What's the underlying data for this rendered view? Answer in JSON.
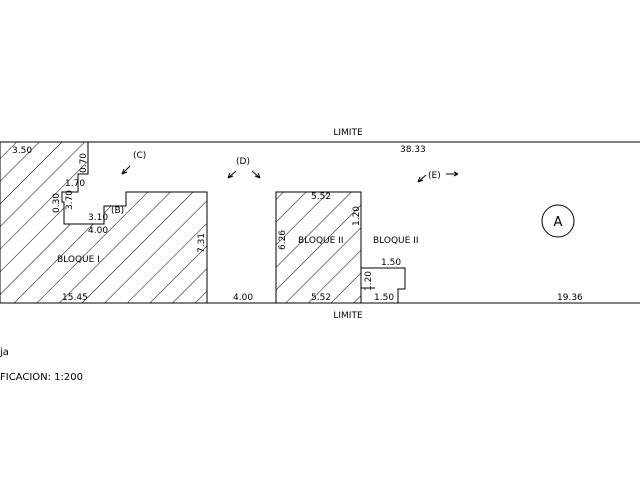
{
  "plan": {
    "limit_top": "LIMITE",
    "limit_bottom": "LIMITE",
    "dims": {
      "d_3_50": "3.50",
      "d_38_33": "38.33",
      "d_0_70": "0.70",
      "d_1_70": "1.70",
      "d_0_30": "0.30",
      "d_3_70": "3.70",
      "d_3_10": "3.10",
      "d_4_00_top": "4.00",
      "d_7_31": "7.31",
      "d_15_45": "15.45",
      "d_4_00_bottom": "4.00",
      "d_5_52_top": "5.52",
      "d_6_26": "6.26",
      "d_1_20_a": "1.20",
      "d_1_20_b": "1.20",
      "d_5_52_bottom": "5.52",
      "d_1_50_top": "1.50",
      "d_1_50_bottom": "1.50",
      "d_19_36": "19.36"
    },
    "labels": {
      "c": "(C)",
      "d": "(D)",
      "e": "(E)",
      "b": "(B)",
      "bloque_1": "BLOQUE I",
      "bloque_2_hatched": "BLOQUE II",
      "bloque_2": "BLOQUE II",
      "zone": "A"
    },
    "notes": {
      "line1": "ja",
      "line2": "FICACION:  1:200"
    }
  }
}
